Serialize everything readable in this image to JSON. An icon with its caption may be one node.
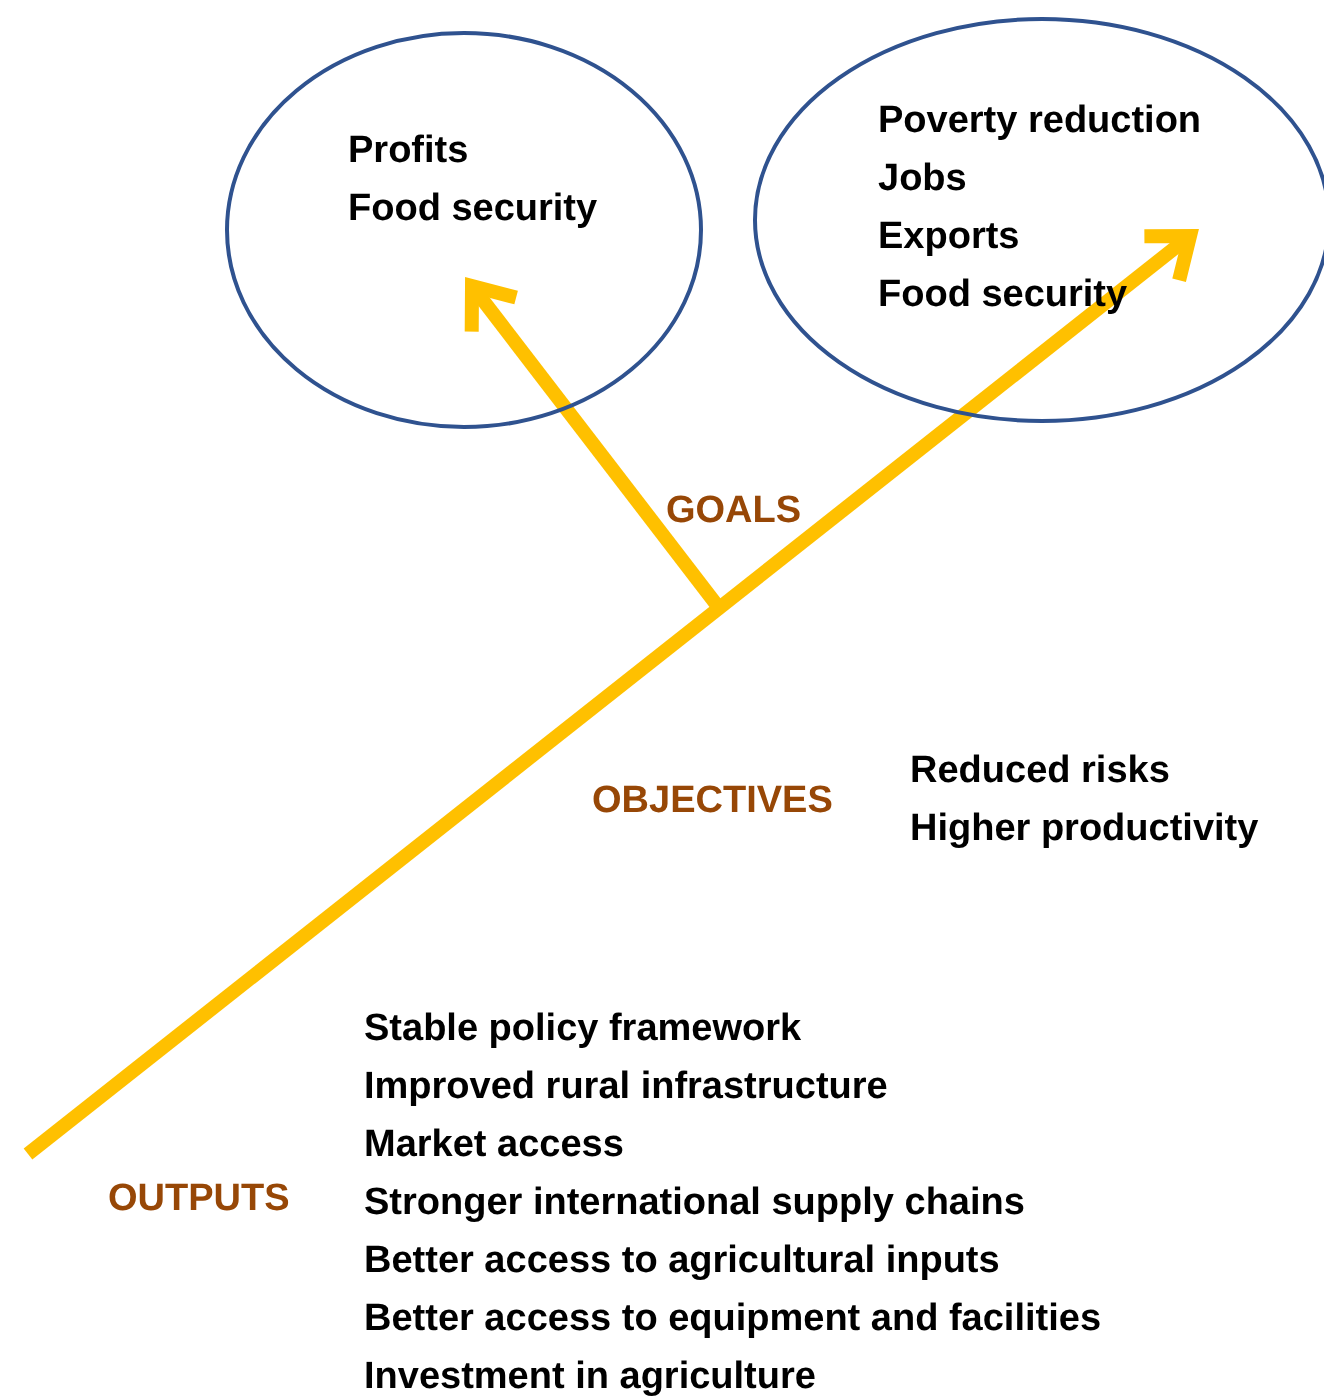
{
  "diagram": {
    "nodes": [
      {
        "text": [
          "Profits",
          "Food security"
        ]
      },
      {
        "text": [
          "Poverty reduction",
          "Jobs",
          "Exports",
          "Food security"
        ]
      }
    ],
    "edges": [
      {
        "from": null,
        "to": 1,
        "arrow": "to"
      },
      {
        "from": null,
        "to": 0,
        "arrow": "to"
      }
    ],
    "labels": [
      "GOALS",
      "OBJECTIVES",
      "Reduced risks",
      "Higher productivity",
      "OUTPUTS",
      "Stable policy framework",
      "Improved rural infrastructure",
      "Market access",
      "Stronger international supply chains",
      "Better access to agricultural inputs",
      "Better access to equipment and facilities",
      "Investment in agriculture"
    ]
  }
}
